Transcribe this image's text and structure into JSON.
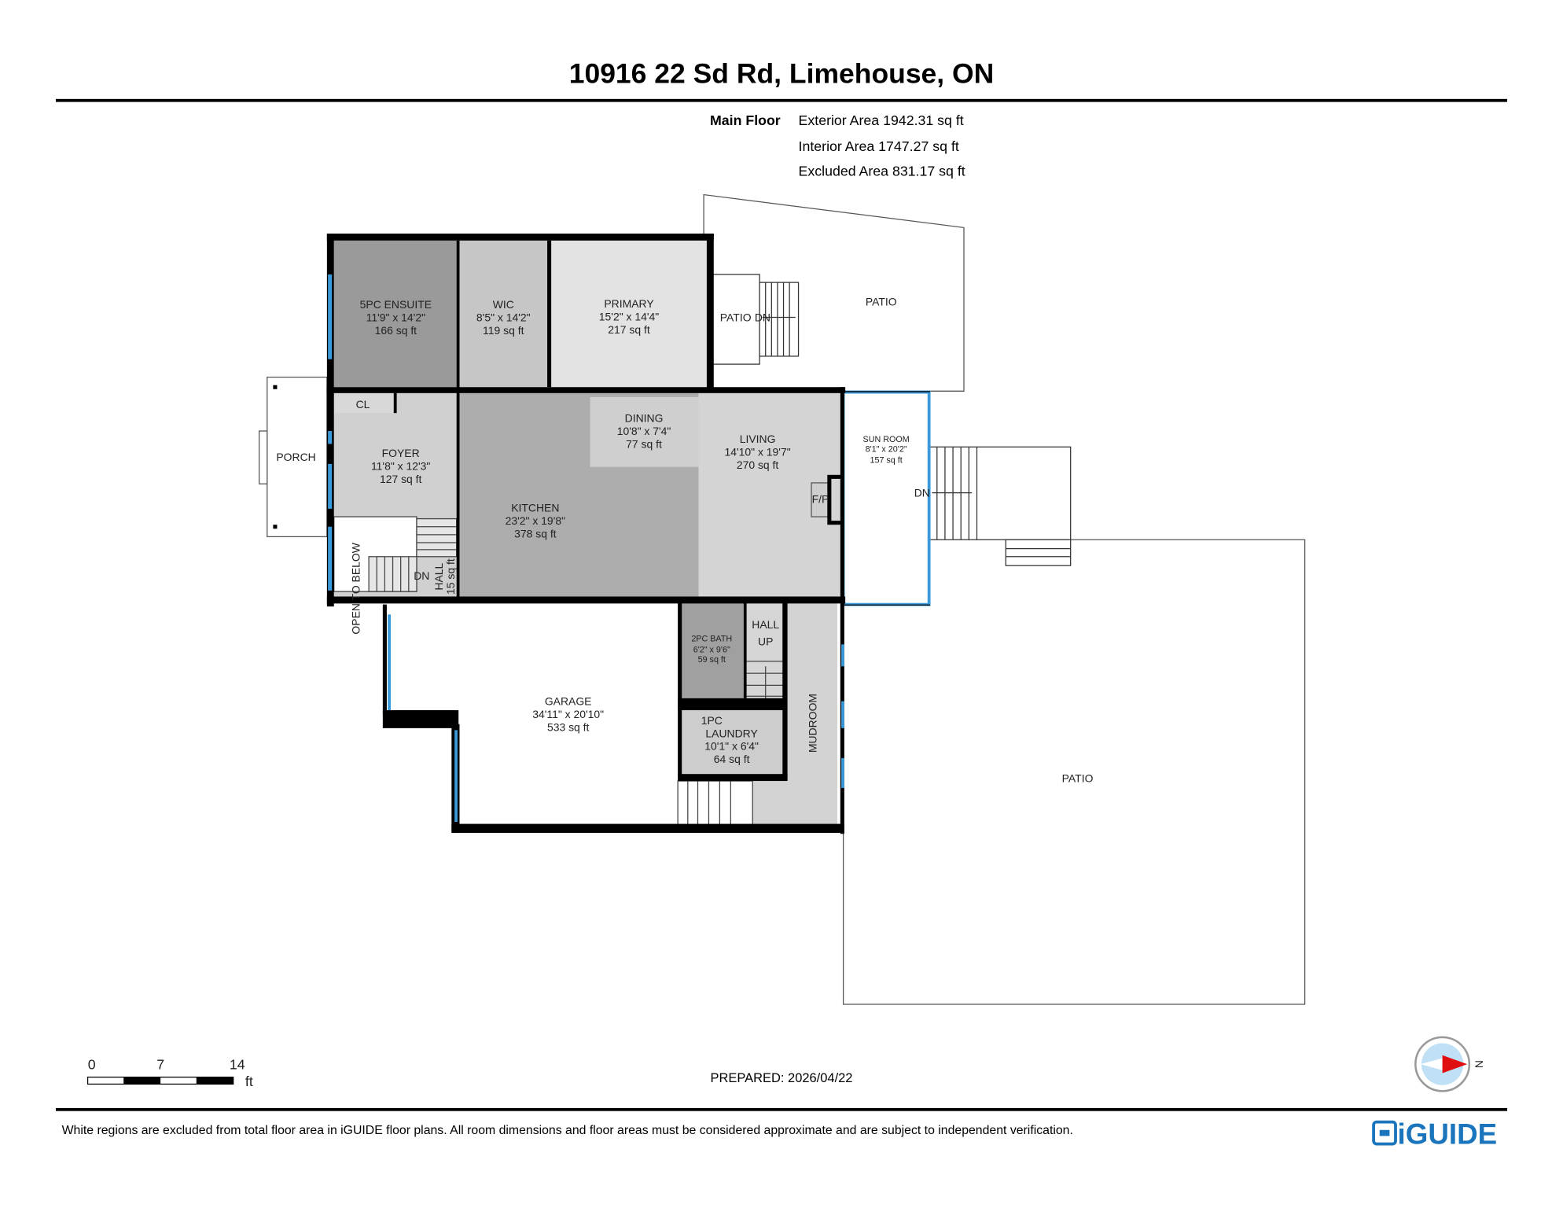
{
  "title": "10916 22 Sd Rd, Limehouse, ON",
  "floor": {
    "name": "Main Floor",
    "exterior_area": "Exterior Area 1942.31 sq ft",
    "interior_area": "Interior Area 1747.27 sq ft",
    "excluded_area": "Excluded Area 831.17 sq ft"
  },
  "rooms": {
    "ensuite": {
      "name": "5PC ENSUITE",
      "dims": "11'9\" x 14'2\"",
      "area": "166 sq ft",
      "fill": "#9a9a9a"
    },
    "wic": {
      "name": "WIC",
      "dims": "8'5\" x 14'2\"",
      "area": "119 sq ft",
      "fill": "#c6c6c6"
    },
    "primary": {
      "name": "PRIMARY",
      "dims": "15'2\" x 14'4\"",
      "area": "217 sq ft",
      "fill": "#e3e3e3"
    },
    "cl": {
      "name": "CL"
    },
    "foyer": {
      "name": "FOYER",
      "dims": "11'8\" x 12'3\"",
      "area": "127 sq ft",
      "fill": "#d0d0d0"
    },
    "porch": {
      "name": "PORCH"
    },
    "open_to_below": {
      "name": "OPEN TO BELOW"
    },
    "hall_small": {
      "name": "HALL",
      "area": "15 sq ft",
      "stair": "DN"
    },
    "kitchen": {
      "name": "KITCHEN",
      "dims": "23'2\" x 19'8\"",
      "area": "378 sq ft",
      "fill": "#adadad"
    },
    "dining": {
      "name": "DINING",
      "dims": "10'8\" x 7'4\"",
      "area": "77 sq ft",
      "fill": "#cfcfcf"
    },
    "living": {
      "name": "LIVING",
      "dims": "14'10\" x 19'7\"",
      "area": "270 sq ft",
      "fill": "#d4d4d4",
      "fireplace": "F/P"
    },
    "sunroom": {
      "name": "SUN ROOM",
      "dims": "8'1\" x 20'2\"",
      "area": "157 sq ft",
      "stair": "DN"
    },
    "patio_small": {
      "name": "PATIO",
      "stair": "DN"
    },
    "patio_north": {
      "name": "PATIO"
    },
    "patio_east": {
      "name": "PATIO"
    },
    "bath2": {
      "name": "2PC BATH",
      "dims": "6'2\" x 9'6\"",
      "area": "59 sq ft",
      "fill": "#a0a0a0"
    },
    "hall": {
      "name": "HALL",
      "stair": "UP"
    },
    "laundry": {
      "name1": "1PC",
      "name2": "LAUNDRY",
      "dims": "10'1\" x 6'4\"",
      "area": "64 sq ft",
      "fill": "#cdcdcd"
    },
    "mudroom": {
      "name": "MUDROOM",
      "fill": "#d3d3d3"
    },
    "garage": {
      "name": "GARAGE",
      "dims": "34'11\" x 20'10\"",
      "area": "533 sq ft"
    }
  },
  "scale": {
    "labels": [
      "0",
      "7",
      "14"
    ],
    "unit": "ft"
  },
  "prepared": "PREPARED: 2026/04/22",
  "compass": {
    "label": "N",
    "needle_color": "#e01010",
    "ring_color": "#8fc8ee"
  },
  "footer": {
    "disclaimer": "White regions are excluded from total floor area in iGUIDE floor plans. All room dimensions and floor areas must be considered approximate and are subject to independent verification.",
    "logo": "iGUIDE",
    "logo_color": "#1a75bc"
  },
  "colors": {
    "window": "#3a9ad9",
    "wall": "#000000"
  }
}
